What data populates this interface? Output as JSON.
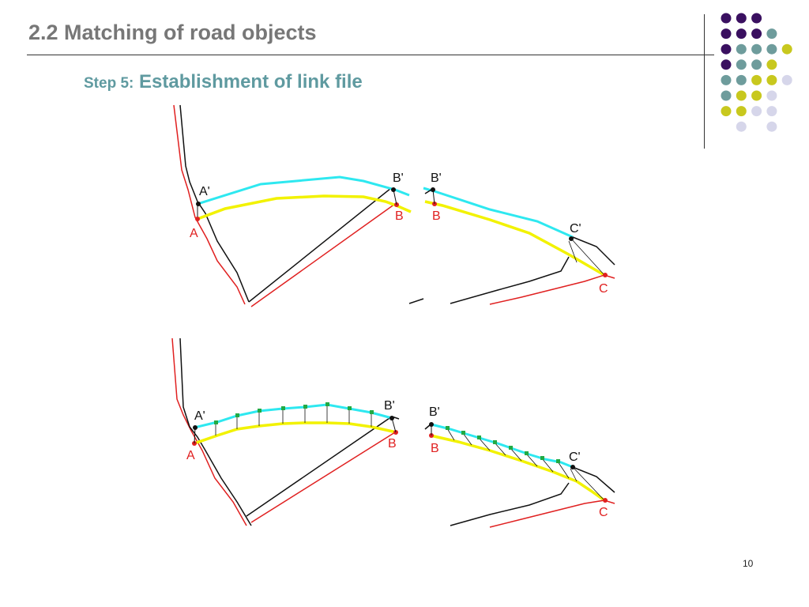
{
  "slide": {
    "title": "2.2 Matching of road objects",
    "step_label": "Step 5:",
    "step_text": " Establishment of link file",
    "page_number": "10"
  },
  "labels": {
    "A": "A",
    "A_prime": "A'",
    "B": "B",
    "B_prime": "B'",
    "C": "C",
    "C_prime": "C'"
  },
  "colors": {
    "title": "#777777",
    "subtitle": "#5f9aa0",
    "cyan_line": "#2ee8f0",
    "yellow_line": "#f2f200",
    "red_line": "#e02020",
    "black_line": "#111111",
    "link_green": "#22aa44",
    "dot_purple": "#3a1060",
    "dot_teal": "#6e9c9c",
    "dot_olive": "#c8c81e",
    "dot_lavender": "#d6d6ea"
  },
  "decor": {
    "dot_grid": [
      [
        "purple",
        "purple",
        "purple",
        "",
        "",
        ""
      ],
      [
        "purple",
        "purple",
        "purple",
        "teal",
        "",
        ""
      ],
      [
        "purple",
        "teal",
        "teal",
        "teal",
        "olive",
        ""
      ],
      [
        "purple",
        "teal",
        "teal",
        "olive",
        "",
        ""
      ],
      [
        "teal",
        "teal",
        "olive",
        "olive",
        "lavender",
        ""
      ],
      [
        "teal",
        "olive",
        "olive",
        "lavender",
        "",
        ""
      ],
      [
        "olive",
        "olive",
        "lavender",
        "lavender",
        "",
        ""
      ],
      [
        "",
        "lavender",
        "",
        "lavender",
        "",
        ""
      ]
    ]
  }
}
